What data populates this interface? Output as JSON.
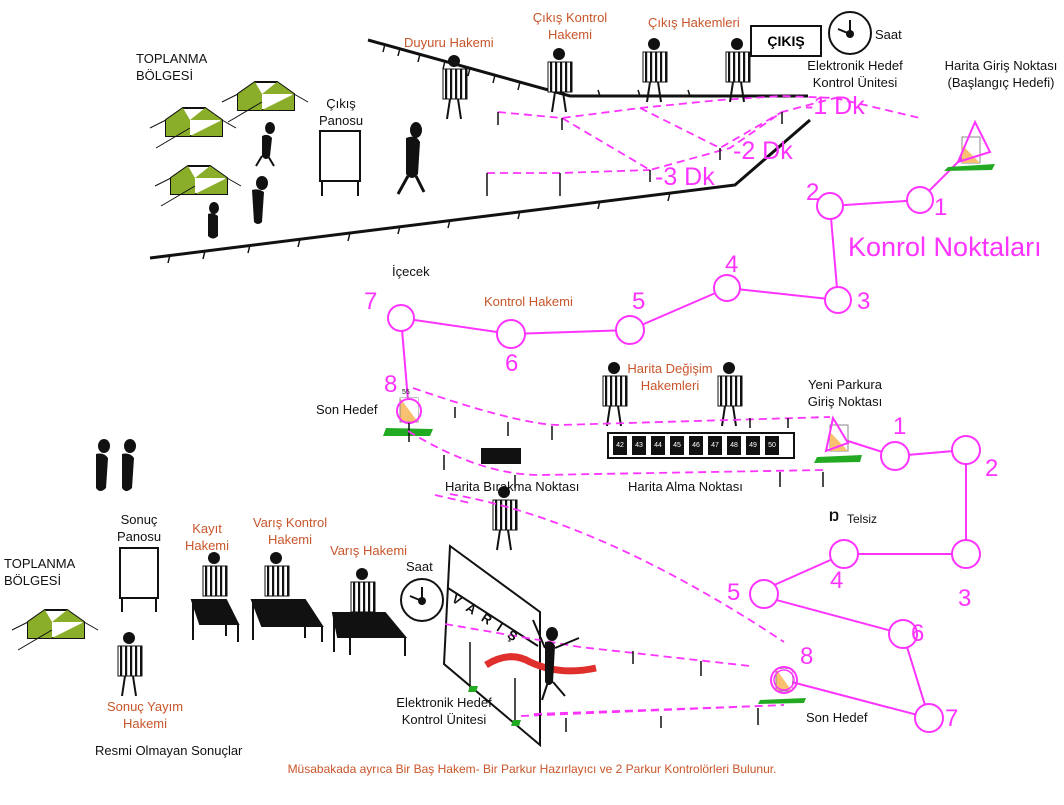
{
  "diagram": {
    "type": "orienteering-event-layout",
    "colors": {
      "course_line": "#ff33ff",
      "referee_label": "#c8552a",
      "tent_green": "#8aae2a",
      "ground_green": "#22aa22",
      "control_flag_orange": "#f9c070",
      "ink": "#111111"
    },
    "start_area": {
      "assembly_label": "TOPLANMA\nBÖLGESİ",
      "start_board_label": "Çıkış\nPanosu",
      "announcer_referee": "Duyuru Hakemi",
      "start_control_referee": "Çıkış Kontrol\nHakemi",
      "start_referees": "Çıkış Hakemleri",
      "start_sign": "ÇIKIŞ",
      "clock_label": "Saat",
      "electronic_unit_label": "Elektronik Hedef\nKontrol Ünitesi",
      "minute_lanes": [
        "-3 Dk",
        "-2 Dk",
        "-1 Dk"
      ],
      "map_entry_label": "Harita Giriş Noktası\n(Başlangıç Hedefi)"
    },
    "course1": {
      "title": "Konrol Noktaları",
      "control_points": [
        "1",
        "2",
        "3",
        "4",
        "5",
        "6",
        "7",
        "8"
      ],
      "drink_label": "İçecek",
      "control_referee": "Kontrol Hakemi",
      "last_control_label": "Son Hedef"
    },
    "map_exchange": {
      "referees": "Harita Değişim\nHakemleri",
      "map_drop_label": "Harita Bırakma Noktası",
      "map_pickup_label": "Harita Alma Noktası",
      "map_numbers": [
        "42",
        "43",
        "44",
        "45",
        "46",
        "47",
        "48",
        "49",
        "50"
      ],
      "new_course_entry": "Yeni Parkura\nGiriş Noktası",
      "control_8_code": "55"
    },
    "course2": {
      "control_points": [
        "1",
        "2",
        "3",
        "4",
        "5",
        "6",
        "7",
        "8"
      ],
      "radio_label": "Telsiz",
      "last_control_label": "Son Hedef"
    },
    "finish_area": {
      "assembly_label": "TOPLANMA\nBÖLGESİ",
      "result_board_label": "Sonuç\nPanosu",
      "registration_referee": "Kayıt\nHakemi",
      "finish_control_referee": "Varış Kontrol\nHakemi",
      "finish_referee": "Varış Hakemi",
      "clock_label": "Saat",
      "finish_banner": "VARIŞ",
      "electronic_unit_label": "Elektronik Hedef\nKontrol Ünitesi",
      "result_publish_referee": "Sonuç Yayım\nHakemi",
      "unofficial_results": "Resmi Olmayan Sonuçlar"
    },
    "footer_note": "Müsabakada ayrıca Bir Baş Hakem- Bir Parkur Hazırlayıcı ve 2 Parkur Kontrolörleri Bulunur."
  }
}
